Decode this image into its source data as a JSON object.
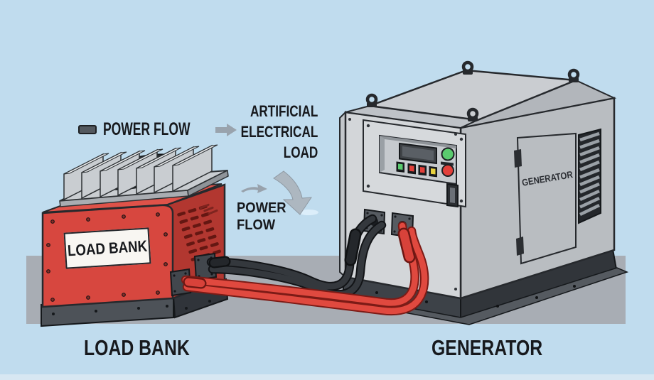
{
  "scene": {
    "background_color": "#c0dcee",
    "floor_color": "#a8adb4",
    "bottom_strip_color": "#d7e7f2"
  },
  "legend": {
    "label": "POWER FLOW",
    "swatch_icon": "cable-swatch",
    "swatch_color": "#53585e",
    "arrow_icon": "right-arrow",
    "arrow_color": "#99a3ad"
  },
  "annotations": {
    "artificial_load": {
      "line1": "ARTIFICIAL",
      "line2": "ELECTRICAL",
      "line3": "LOAD",
      "arrow_icon": "curved-down-arrow",
      "arrow_color": "#adb7c0"
    },
    "cable_power_flow": {
      "line1": "POWER",
      "line2": "FLOW",
      "arrow_icon": "small-right-arrow",
      "arrow_color": "#98a2ac"
    }
  },
  "load_bank": {
    "panel_label": "LOAD BANK",
    "caption": "LOAD BANK",
    "body_color": "#d7473f",
    "side_color": "#b23730",
    "top_color": "#df5249",
    "base_color": "#4d5258",
    "heatsink_color": "#c9cdd1",
    "fan_icon": "cooling-fan"
  },
  "generator": {
    "door_label": "GENERATOR",
    "caption": "GENERATOR",
    "front_color": "#d3d6d9",
    "side_color": "#b9bdc1",
    "roof_color": "#cacdd1",
    "skid_color": "#3d4248",
    "lifting_eye_icon": "lifting-eye",
    "vent_icon": "louver-vent",
    "control_panel": {
      "display_color": "#3f4347",
      "start_button_color": "#5acb6e",
      "stop_button_color": "#e2403a",
      "switch_colors": [
        "#5acb6e",
        "#e2403a",
        "#e2403a",
        "#e8d23f"
      ]
    }
  },
  "cables": {
    "hot_color": "#e0493f",
    "neutral_color": "#34383d"
  }
}
